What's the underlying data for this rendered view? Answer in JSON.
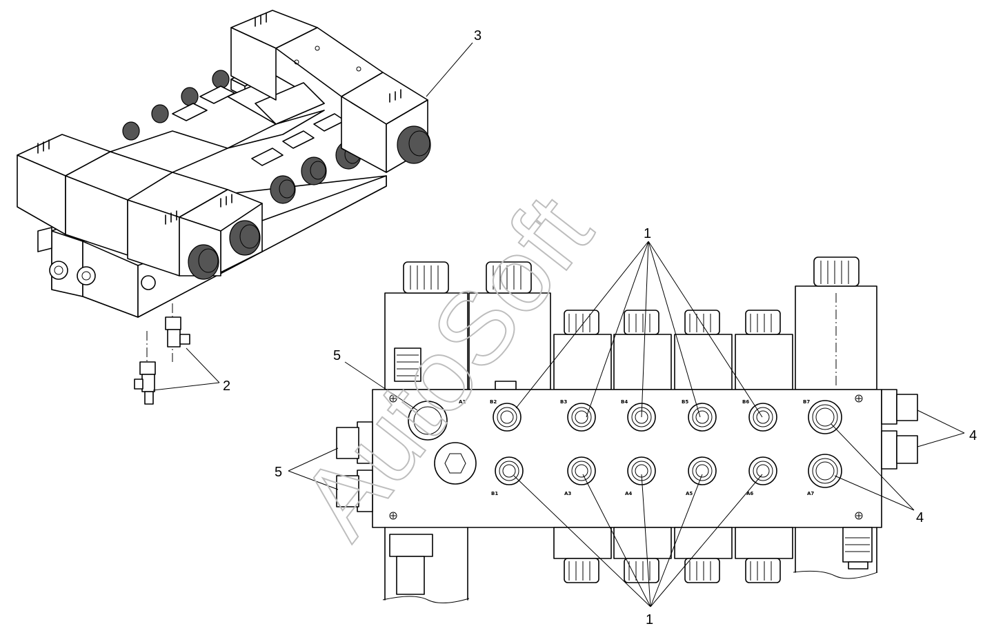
{
  "watermark": "AutoSoft",
  "callouts": {
    "c1_top": "1",
    "c1_bottom": "1",
    "c2": "2",
    "c3": "3",
    "c4_top": "4",
    "c4_bottom": "4",
    "c5_top": "5",
    "c5_left": "5"
  },
  "port_labels": {
    "top_row": [
      "A1",
      "B2",
      "B3",
      "B4",
      "B5",
      "B6",
      "B7"
    ],
    "bottom_row": [
      "B1",
      "A3",
      "A4",
      "A5",
      "A6",
      "A7"
    ]
  },
  "colors": {
    "line": "#000000",
    "coil_face": "#555555",
    "watermark": "#bdbdbd"
  }
}
